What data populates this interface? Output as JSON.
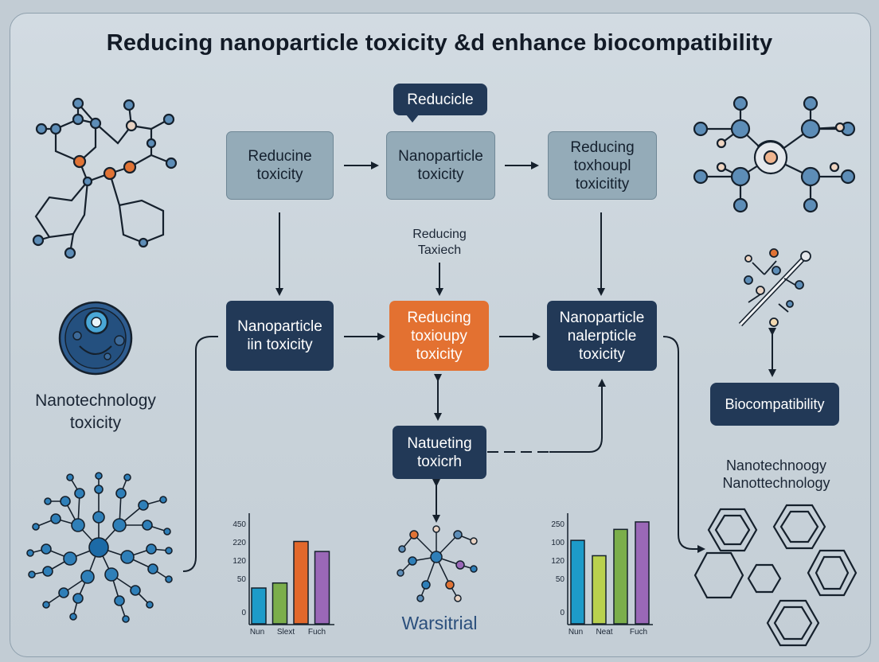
{
  "title": "Reducing nanoparticle toxicity &d enhance biocompatibility",
  "top_row": {
    "box1": [
      "Reducine",
      "toxicity"
    ],
    "box2": [
      "Nanoparticle",
      "toxicity"
    ],
    "box3": [
      "Reducing",
      "toxhoupl",
      "toxicitity"
    ]
  },
  "bubble": "Reducicle",
  "middle_label": [
    "Reducing",
    "Taxiech"
  ],
  "middle_row": {
    "box1": [
      "Nanoparticle",
      "iin toxicity"
    ],
    "box2": [
      "Reducing",
      "toxioupy",
      "toxicity"
    ],
    "box3": [
      "Nanoparticle",
      "nalerpticle",
      "toxicity"
    ]
  },
  "bottom_box": [
    "Natueting",
    "toxicrh"
  ],
  "left_caption": [
    "Nanotechnology",
    "toxicity"
  ],
  "right_button": "Biocompatibility",
  "right_caption": [
    "Nanotechnoogy",
    "Nanottechnology"
  ],
  "bottom_caption": "Warsitrial",
  "colors": {
    "dark_box": "#223957",
    "orange_box": "#e37131",
    "light_box": "#94abb8",
    "bar_blue": "#1d9bc9",
    "bar_green": "#7bae4b",
    "bar_orange": "#e2682b",
    "bar_purple": "#9a68b7"
  },
  "chart_data": [
    {
      "type": "bar",
      "categories": [
        "Nun",
        "Slext",
        "Fuch"
      ],
      "yticks": [
        "450",
        "220",
        "120",
        "50",
        "0"
      ],
      "values": [
        100,
        114,
        230,
        202
      ],
      "colors": [
        "#1d9bc9",
        "#7bae4b",
        "#e2682b",
        "#9a68b7"
      ],
      "ylim": [
        0,
        300
      ]
    },
    {
      "type": "bar",
      "categories": [
        "Nun",
        "Neat",
        "Fuch"
      ],
      "yticks": [
        "250",
        "100",
        "120",
        "50",
        "0"
      ],
      "values": [
        190,
        155,
        215,
        232
      ],
      "colors": [
        "#1d9bc9",
        "#b9d14e",
        "#7bae4b",
        "#9a68b7"
      ],
      "ylim": [
        0,
        250
      ]
    }
  ]
}
